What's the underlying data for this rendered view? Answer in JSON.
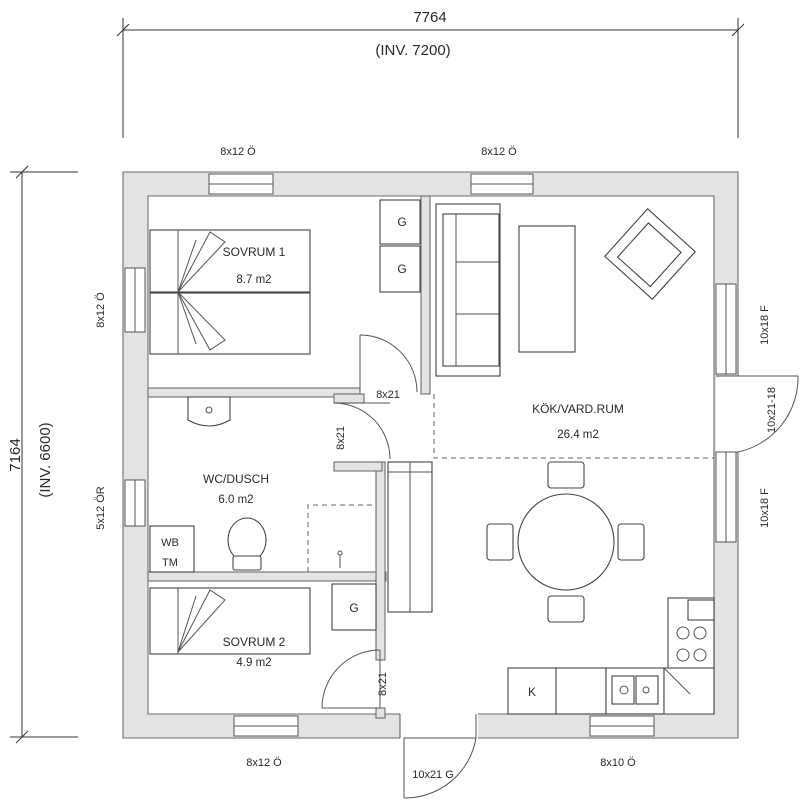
{
  "dimensions": {
    "width": "7764",
    "width_inner": "(INV. 7200)",
    "height": "7164",
    "height_inner": "(INV. 6600)"
  },
  "windows": {
    "top_left": "8x12 Ö",
    "top_middle": "8x12 Ö",
    "left_upper": "8x12 Ö",
    "left_lower": "5x12 ÖR",
    "right_upper": "10x18 F",
    "right_lower": "10x18 F",
    "bottom_left": "8x12 Ö",
    "bottom_right": "8x10 Ö"
  },
  "doors": {
    "sovrum1": "8x21",
    "wc": "8x21",
    "sovrum2": "8x21",
    "side": "10x21-18",
    "entrance": "10x21 G"
  },
  "rooms": {
    "sovrum1": {
      "name": "SOVRUM 1",
      "area": "8.7 m2"
    },
    "wc": {
      "name": "WC/DUSCH",
      "area": "6.0 m2"
    },
    "sovrum2": {
      "name": "SOVRUM 2",
      "area": "4.9 m2"
    },
    "kok": {
      "name": "KÖK/VARD.RUM",
      "area": "26.4 m2"
    }
  },
  "fixtures": {
    "wardrobe": "G",
    "wb": "WB",
    "tm": "TM",
    "fridge": "K"
  }
}
